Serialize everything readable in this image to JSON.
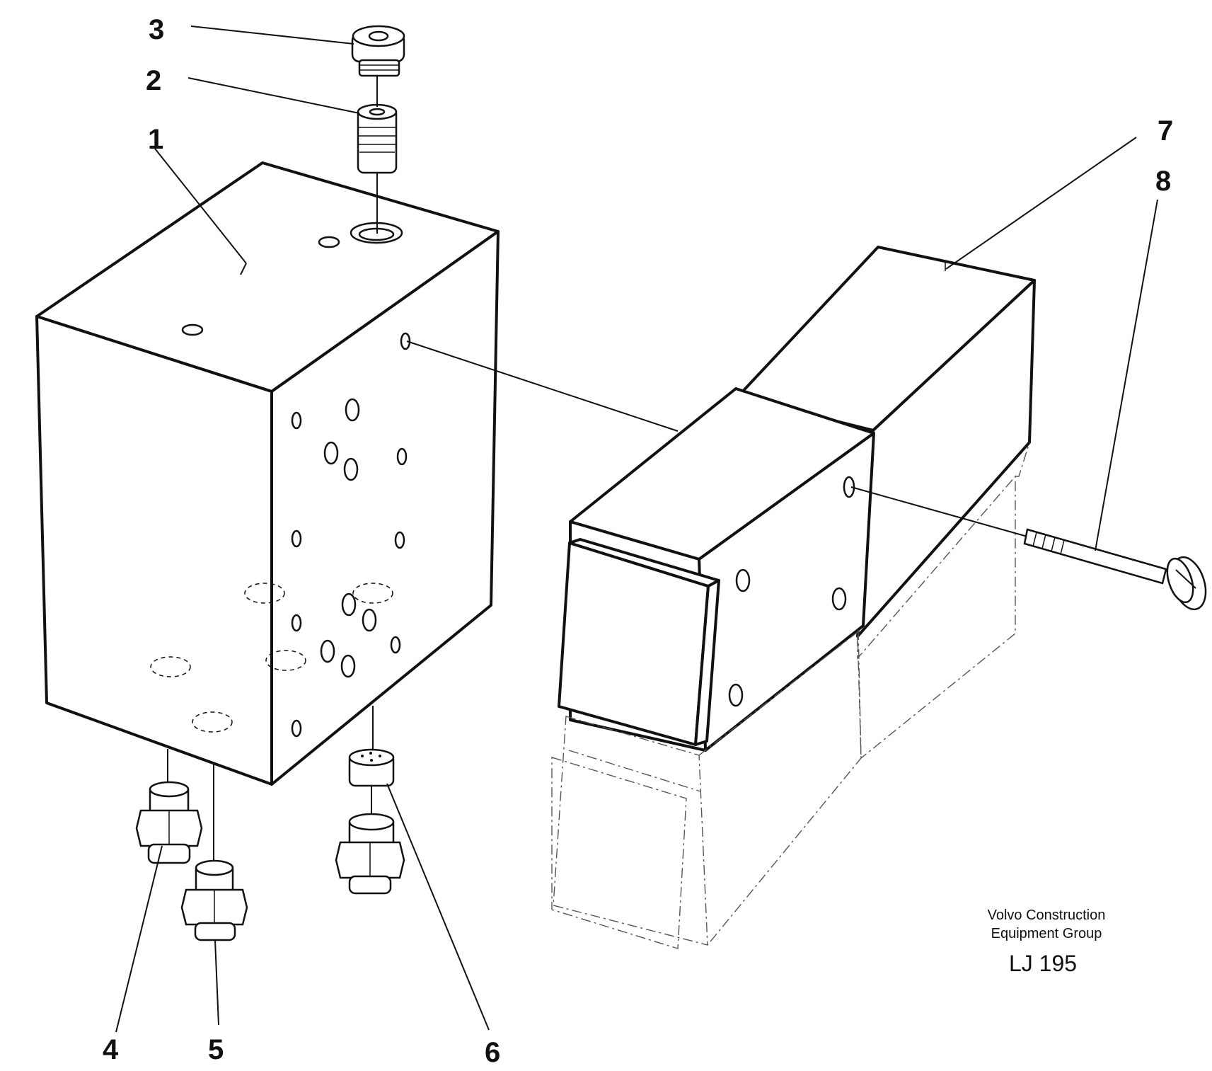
{
  "callouts": [
    "1",
    "2",
    "3",
    "4",
    "5",
    "6",
    "7",
    "8"
  ],
  "caption": {
    "line1": "Volvo Construction",
    "line2": "Equipment Group",
    "code": "LJ 195"
  }
}
